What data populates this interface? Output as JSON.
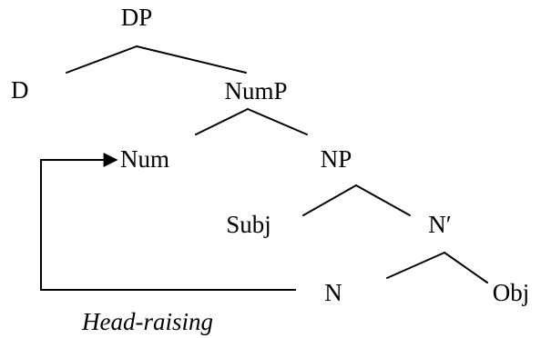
{
  "diagram": {
    "nodes": {
      "dp": "DP",
      "d": "D",
      "nump": "NumP",
      "num": "Num",
      "np": "NP",
      "subj": "Subj",
      "n_bar": "N′",
      "n": "N",
      "obj": "Obj"
    },
    "caption": "Head-raising"
  }
}
